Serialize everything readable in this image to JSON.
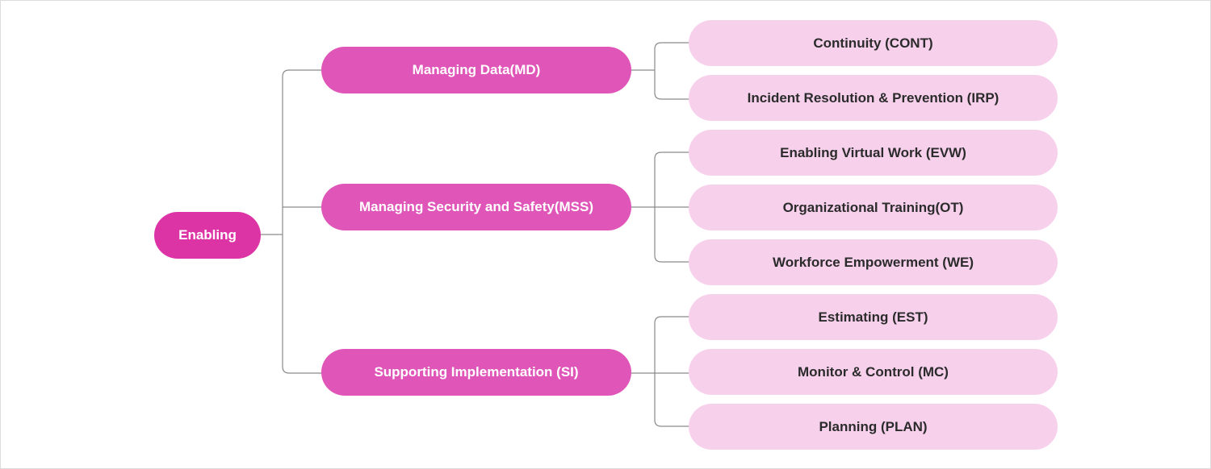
{
  "colors": {
    "root": "#dd34a5",
    "branch": "#e055b8",
    "leaf": "#f7d0ec",
    "connector": "#8a8a8a",
    "leaf_text": "#2b2b2b"
  },
  "root": {
    "label": "Enabling"
  },
  "branches": [
    {
      "label": "Managing Data(MD)",
      "children": [
        {
          "label": "Continuity (CONT)"
        },
        {
          "label": "Incident Resolution & Prevention (IRP)"
        }
      ]
    },
    {
      "label": "Managing Security and Safety(MSS)",
      "children": [
        {
          "label": "Enabling Virtual Work (EVW)"
        },
        {
          "label": "Organizational Training(OT)"
        },
        {
          "label": "Workforce Empowerment (WE)"
        }
      ]
    },
    {
      "label": "Supporting Implementation (SI)",
      "children": [
        {
          "label": "Estimating (EST)"
        },
        {
          "label": "Monitor & Control (MC)"
        },
        {
          "label": "Planning (PLAN)"
        }
      ]
    }
  ]
}
